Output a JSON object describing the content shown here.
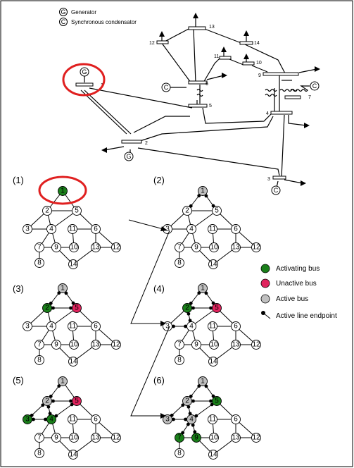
{
  "legend_top": {
    "generator_symbol": "G",
    "generator_label": "Generator",
    "condensor_symbol": "C",
    "condensor_label": "Synchronous condensator"
  },
  "one_line": {
    "bus_labels": [
      "1",
      "2",
      "3",
      "4",
      "5",
      "6",
      "7",
      "9",
      "10",
      "11",
      "12",
      "13",
      "14"
    ],
    "gen_symbol": "G",
    "cond_symbol": "C"
  },
  "panels": [
    "(1)",
    "(2)",
    "(3)",
    "(4)",
    "(5)",
    "(6)"
  ],
  "nodes": [
    "1",
    "2",
    "3",
    "4",
    "5",
    "6",
    "7",
    "8",
    "9",
    "10",
    "11",
    "12",
    "13",
    "14"
  ],
  "legend": {
    "activating": "Activating bus",
    "unactive": "Unactive bus",
    "active": "Active bus",
    "endpoint": "Active line endpoint"
  },
  "colors": {
    "activating": "#1a7f1a",
    "unactive": "#e0245e",
    "active": "#c0c0c0",
    "highlight": "#e02020"
  }
}
